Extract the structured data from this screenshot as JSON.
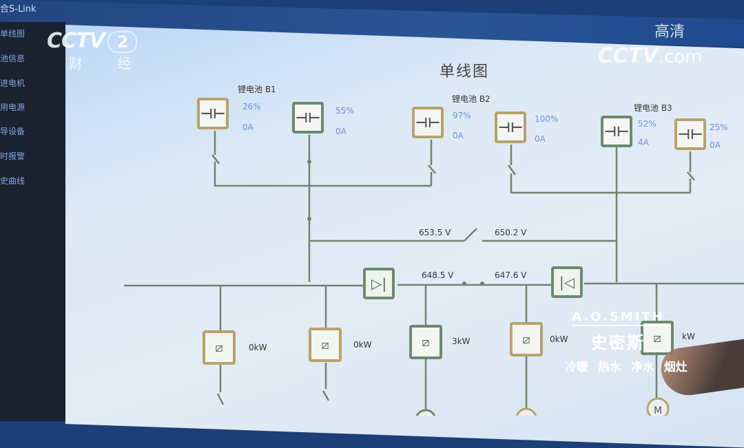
{
  "app": {
    "title": "合S-Link"
  },
  "sidebar": {
    "items": [
      "单线图",
      "池信息",
      "进电机",
      "用电源",
      "导设备",
      "时报警",
      "史曲线"
    ]
  },
  "diagram": {
    "title": "单线图",
    "battery_groups": [
      "锂电池 B1",
      "锂电池 B2",
      "锂电池 B3"
    ],
    "batteries": [
      {
        "soc": "26%",
        "current": "0A",
        "status": "gold"
      },
      {
        "soc": "55%",
        "current": "0A",
        "status": "green"
      },
      {
        "soc": "97%",
        "current": "0A",
        "status": "gold"
      },
      {
        "soc": "100%",
        "current": "0A",
        "status": "gold"
      },
      {
        "soc": "52%",
        "current": "4A",
        "status": "green"
      },
      {
        "soc": "25%",
        "current": "0A",
        "status": "gold"
      }
    ],
    "voltages": [
      "653.5 V",
      "650.2 V",
      "648.5 V",
      "647.6 V"
    ],
    "converters": [
      {
        "power": "0kW",
        "status": "gold"
      },
      {
        "power": "0kW",
        "status": "gold"
      },
      {
        "power": "3kW",
        "status": "green"
      },
      {
        "power": "0kW",
        "status": "gold"
      },
      {
        "power": "kW",
        "status": "green"
      }
    ],
    "motor_label": "M"
  },
  "overlay": {
    "channel_logo": "CCTV",
    "channel_num": "2",
    "channel_name": "财 经",
    "site_logo": "CCTV",
    "site_suffix": ".com",
    "site_hd": "高清",
    "ad_brand_en": "A.O.SMITH",
    "ad_brand_cn": "史密斯",
    "ad_slogan": "冷暖 热水 净水 烟灶"
  },
  "colors": {
    "gold": "#b8a26a",
    "green": "#6b8a6e",
    "value": "#6c93d8"
  }
}
